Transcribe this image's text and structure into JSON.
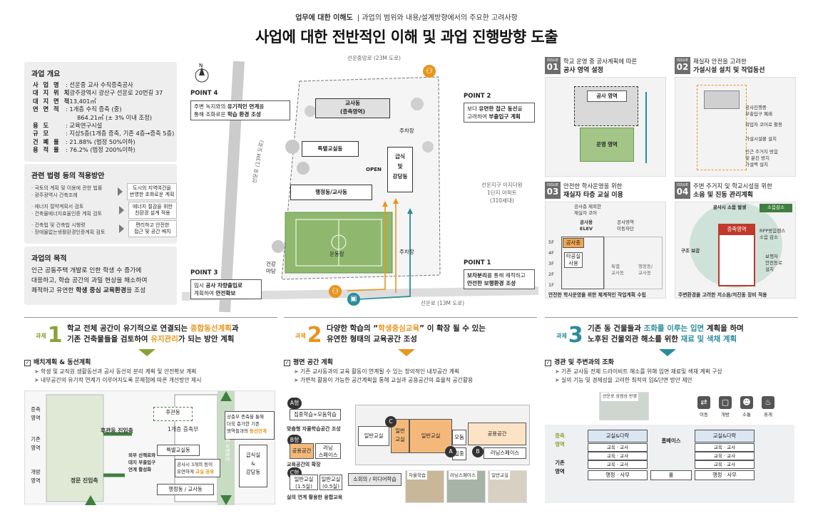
{
  "header": {
    "kicker_bold": "업무에 대한 이해도",
    "kicker_rest": "과업의 범위와 내용/설계방향에서의 주요한 고려사항",
    "title": "사업에 대한 전반적인 이해 및 과업 진행방향 도출"
  },
  "overview": {
    "title": "과업 개요",
    "rows": [
      {
        "k": "사 업 명",
        "v": ": 선운중 교사 수직증축공사"
      },
      {
        "k": "대 지 위 치",
        "v": ": 광주광역시 광산구 선운로 20번길 37"
      },
      {
        "k": "대 지 면 적",
        "v": ": 13,401㎡"
      },
      {
        "k": "연 면 적",
        "v": ": 1개층 수직 증축 (중)"
      },
      {
        "k": "",
        "v": "864.21㎡ (± 3% 이내 조정)"
      },
      {
        "k": "용 도",
        "v": ": 교육연구시설"
      },
      {
        "k": "규 모",
        "v": ": 지상5층(1개층 증축, 기존 4층→증축 5층)"
      },
      {
        "k": "건 폐 율",
        "v": ": 21.88% (법정 50%이하)"
      },
      {
        "k": "용 적 율",
        "v": ": 76.2% (법정 200%이하)"
      }
    ]
  },
  "laws": {
    "title": "관련 법령 등의 적용방안",
    "rows": [
      {
        "l": "· 국토의 계획 및 이용에 관한 법률\n· 광주광역시 건축조례",
        "r": "도시의 지역여건을\n반영한 조화로운 계획"
      },
      {
        "l": "· 에너지 절약계획서 검토\n· 건축물에너지효율인증 계획 검토",
        "r": "에너지 절감을 위한\n친환경 설계 적용"
      },
      {
        "l": "· 건축법 및 건축법 시행령\n· 장애물없는생활환경인증계획 검토",
        "r": "편리하고 안전한\n접근 및 공간 배치"
      }
    ]
  },
  "purpose": {
    "title": "과업의 목적",
    "line1": "인근 공동주택 개발로 인한 학생 수 증가에",
    "line2": "대응하고, 학습 공간의 과밀 현상을 해소하여",
    "line3a": "쾌적하고 유연한 ",
    "line3b": "학생 중심 교육환경",
    "line3c": "을 조성"
  },
  "site": {
    "road_top": "선운중앙로 (23M 도로)",
    "road_bottom": "선운로 (13M 도로)",
    "road_left": "선운로 (13M 도로)",
    "apt": "선운지구 이지더원\n1단지 아파트\n(310세대)",
    "points": [
      {
        "label": "POINT 4",
        "a": "주변 녹지와의 ",
        "b": "유기적인 연계",
        "c": "를",
        "d": "통해 조화로운 ",
        "e": "학습 환경 조성"
      },
      {
        "label": "POINT 2",
        "a": "보다 ",
        "b": "유연한 접근 동선",
        "c": "을",
        "d": "고려하여 ",
        "e": "부출입구 계획"
      },
      {
        "label": "POINT 3",
        "a": "임시 ",
        "b": "공사 차량출입로",
        "c": "",
        "d": "계획하여 ",
        "e": "안전확보"
      },
      {
        "label": "POINT 1",
        "a": "",
        "b": "보차분리",
        "c": "를 통해 쾌적하고",
        "d": "",
        "e": "안전한 보행환경 조성"
      }
    ],
    "buildings": {
      "classroom": "교사동\n(증축영역)",
      "special": "특별교실동",
      "admin": "행정동/교사동",
      "cafeteria": "급식\n및\n강당동",
      "open": "OPEN",
      "field": "운동장",
      "parking1": "주차장",
      "parking2": "주차장",
      "garden": "건강\n마당"
    }
  },
  "issues": [
    {
      "tag": "ISSUE",
      "num": "01",
      "line1": "학교 운영 중 공사계획에 따른",
      "line2": "공사 영역 설정",
      "labels": [
        "공사 영역",
        "운영 영역"
      ]
    },
    {
      "tag": "ISSUE",
      "num": "02",
      "line1": "재실자 안전을 고려한",
      "line2": "가설시설 설치 및 작업동선",
      "labels": [
        "공사진행중\n부출입구 폐쇄",
        "작업자 코어로 활용",
        "가설시설물 설치",
        "인근 주거지 방음\n및 분진 방지\n가설벽 설치"
      ]
    },
    {
      "tag": "ISSUE",
      "num": "03",
      "line1": "안전한 학사운영을 위한",
      "line2": "재실자 타층 교실 이용",
      "labels": [
        "공사층 제외한\n재실자 코어",
        "공사용\nELEV",
        "공사영역\n이동차단",
        "공사층",
        "타공실\n사용",
        "특별\n교사동",
        "행정동/\n교사동",
        "5F",
        "4F",
        "3F",
        "2F",
        "1F"
      ],
      "caption": "안전한 학사운영을 위한 체계적인 작업계획 수립"
    },
    {
      "tag": "ISSUE",
      "num": "04",
      "line1": "주변 주거지 및 학교시설을 위한",
      "line2": "소음 및 진동 관리계획",
      "labels": [
        "공사시 소음 발생",
        "소음감소",
        "증축영역",
        "구조 보강",
        "RPP방음펜스\n소음 감소",
        "보행자\n안전동로\n설치"
      ],
      "caption": "주변환경을 고려한 저소음/저진동 장비 적용"
    }
  ],
  "tasks": [
    {
      "small": "과제",
      "num": "1",
      "l1a": "학교 전체 공간이 유기적으로 연결되는 ",
      "l1b": "종합동선계획",
      "l1c": "과",
      "l2a": "기존 건축물들을 검토하여 ",
      "l2b": "유지관리",
      "l2c": "가 되는 방안 계획",
      "sub": "배치계획 & 동선계획",
      "b1": "학생 및 교직원 생활동선과 공사 동선의 분리 계획 및 안전확보 계획",
      "b2": "내부공간의 유기적 연계가 이루어지도록 문제점에 따른 개선방안 제시",
      "fig": {
        "zone1": "증축\n영역",
        "zone2": "기존\n영역",
        "zone3": "개방\n영역",
        "back": "후관동",
        "back_axis": "후관동 진입축",
        "front_axis": "정문 진입축",
        "note1": "상층부 증축을 통해\n더욱 층가한 기존\n영역들과의 ",
        "note1b": "동선연계",
        "note2": "외부 산책로와\n대지 부출입구\n연계 활성화",
        "note3": "공사시 3개의 동이\n유연하게 ",
        "note3b": "교실 공유",
        "special": "특별교실동",
        "floor1": "1개층 증축부",
        "cafeteria": "급식실\n&\n강당동",
        "admin": "행정동 / 교사동",
        "axis": "북측 보행동선"
      }
    },
    {
      "small": "과제",
      "num": "2",
      "l1a": "다양한 학습의 “",
      "l1b": "학생중심교육",
      "l1c": "” 이 확장 될 수 있는",
      "l2a": "유연한 형태의 교육공간 조성",
      "l2b": "",
      "l2c": "",
      "sub": "평면 공간 계획",
      "b1": "기존 교사동과의 교육 활동이 연계될 수 있는 창의적인 내부공간 계획",
      "b2": "가변적 활용이 가능한 공간계획을 통해 교실과 공용공간의 효율적 공간활용",
      "fig": {
        "a": "A형",
        "a_box": "집중학습+모둠학습",
        "a_cap": "맞춤형 자율학습공간 조성",
        "b": "B형",
        "b1": "공용공간",
        "b2": "러닝\n스페이스",
        "b_cap": "교육공간의 확장",
        "c": "C형",
        "c1": "일반교실\n(1.5실)",
        "c2": "일반교실\n(0.5실)",
        "c_cap": "실의 연계 활용한 융합교육",
        "c3": "소회의 / 미디어학습",
        "plan1": "일반교실",
        "plan2": "일반\n교실",
        "plan3": "일반교실",
        "plan4": "모둠",
        "plan5": "집중",
        "plan6": "공용공간",
        "plan7": "러닝스페이스",
        "photo1": "자율학습",
        "photo2": "러닝스페이스",
        "photo3": "일반교실",
        "tagA": "A",
        "tagB": "B",
        "tagC": "C"
      }
    },
    {
      "small": "과제",
      "num": "3",
      "l1a": "기존 동 건물들과 ",
      "l1b": "조화를 이루는 입면",
      "l1c": " 계획을 하며",
      "l2a": "노후된 건물외관 해소를 위한 ",
      "l2b": "재료 및 색채 계획",
      "l2c": "",
      "sub": "경관 및 주변과의 조화",
      "b1": "기존 교사동 전체 드라이비트 해소를 위해 입면 재료및 색채 계획 구상",
      "b2": "실의 기능 및 경제성을 고려한 최적의 입&단면 방안 제안",
      "fig": {
        "photo": "선운로 상점상 반영",
        "icons": [
          "이동",
          "개방",
          "소통",
          "휴게"
        ],
        "zone1": "증축\n영역",
        "zone2": "기존\n영역",
        "cls1": "교실&다락",
        "cls2": "교실&다락",
        "home": "홈베이스",
        "row": "교육 · 교사",
        "admin1": "행정 · 사무",
        "hall": "홀",
        "admin2": "행정 · 사무"
      }
    }
  ],
  "colors": {
    "orange": "#e8951e",
    "green": "#3f7f3f",
    "teal": "#2a8c9a",
    "olive": "#8aa235",
    "tagbg": "#6d6d6d"
  }
}
